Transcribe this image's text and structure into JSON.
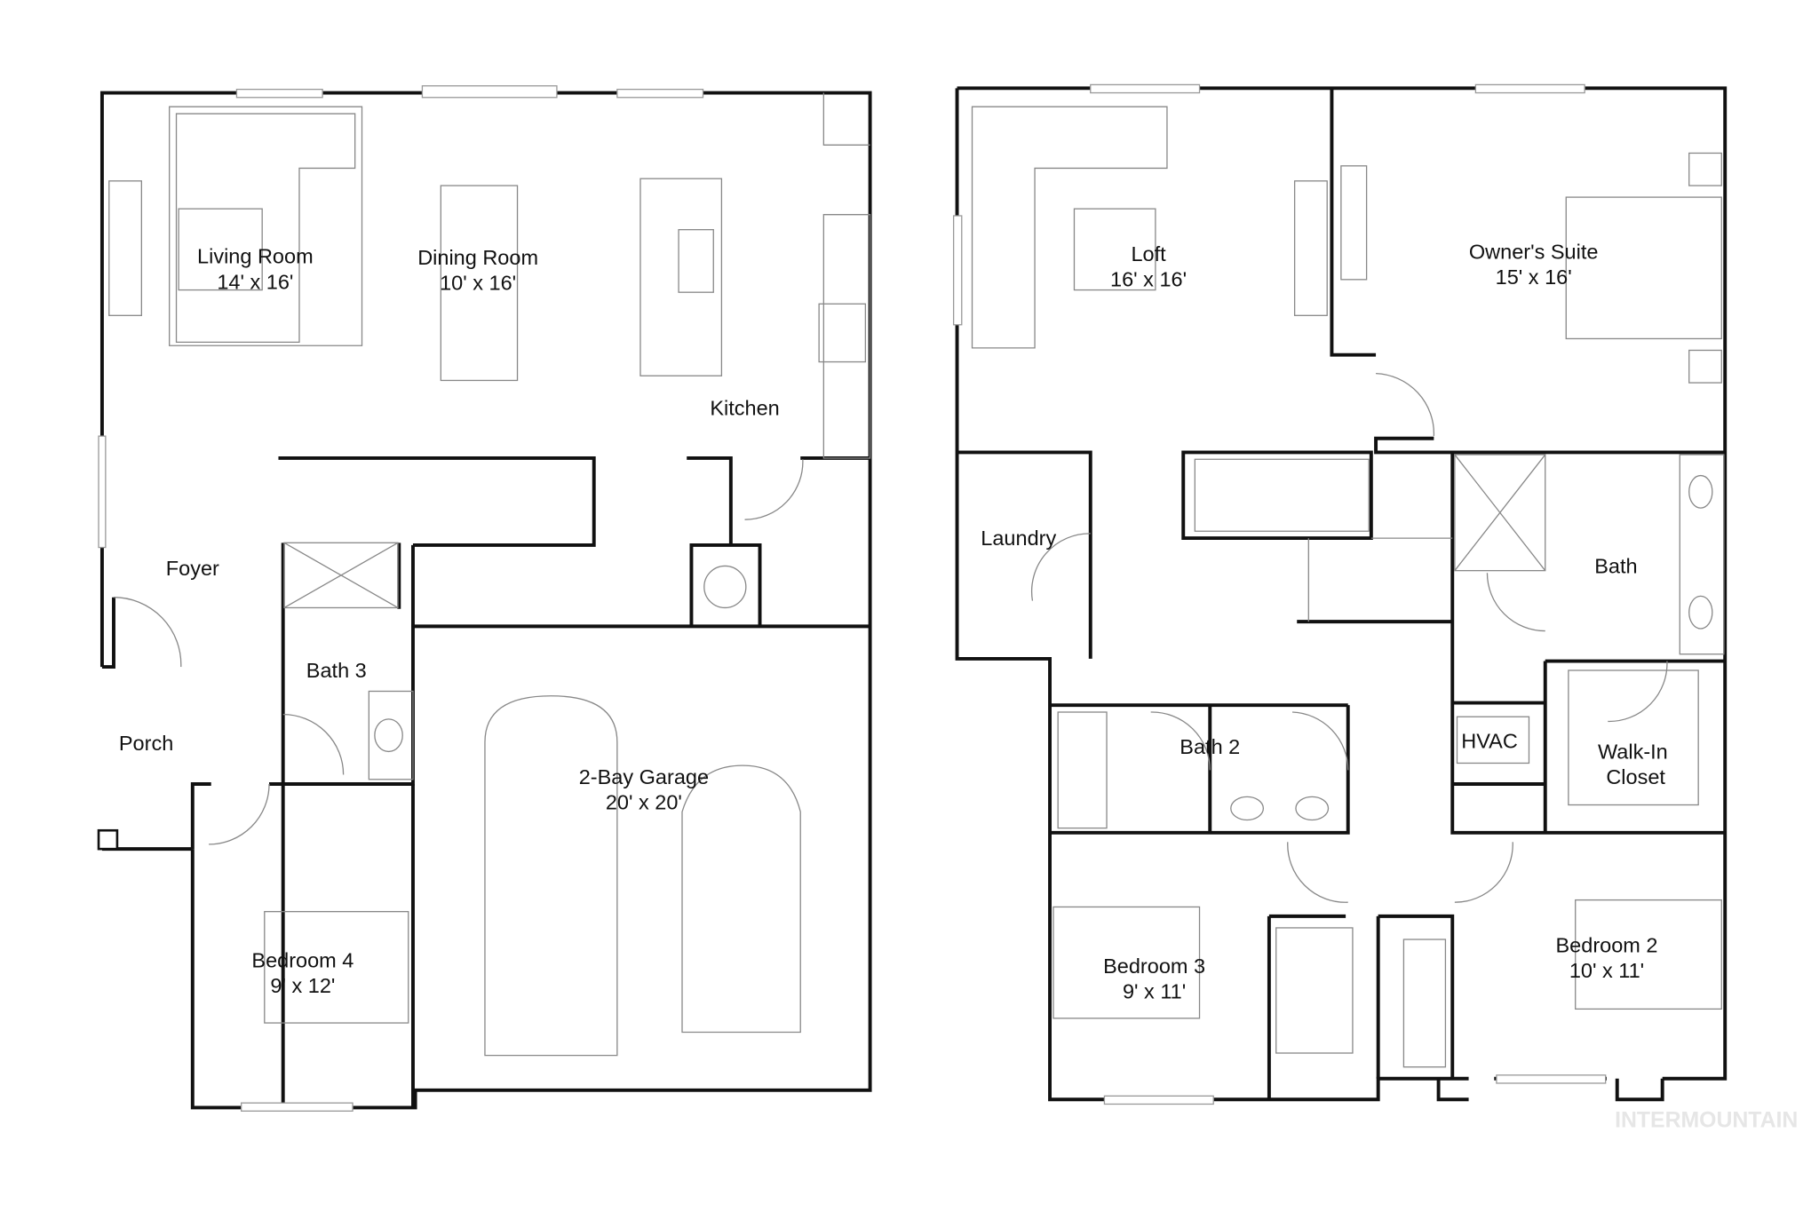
{
  "first_floor": {
    "rooms": [
      {
        "name": "Living Room",
        "size": "14' x 16'"
      },
      {
        "name": "Dining Room",
        "size": "10' x 16'"
      },
      {
        "name": "Kitchen",
        "size": ""
      },
      {
        "name": "Foyer",
        "size": ""
      },
      {
        "name": "Porch",
        "size": ""
      },
      {
        "name": "Bath 3",
        "size": ""
      },
      {
        "name": "2-Bay Garage",
        "size": "20' x 20'"
      },
      {
        "name": "Bedroom 4",
        "size": "9' x 12'"
      }
    ]
  },
  "second_floor": {
    "rooms": [
      {
        "name": "Loft",
        "size": "16' x 16'"
      },
      {
        "name": "Owner's Suite",
        "size": "15' x 16'"
      },
      {
        "name": "Laundry",
        "size": ""
      },
      {
        "name": "Bath",
        "size": ""
      },
      {
        "name": "Bath 2",
        "size": ""
      },
      {
        "name": "HVAC",
        "size": ""
      },
      {
        "name": "Walk-In Closet",
        "size": ""
      },
      {
        "name": "Bedroom 3",
        "size": "9' x 11'"
      },
      {
        "name": "Bedroom 2",
        "size": "10' x 11'"
      }
    ]
  },
  "watermark": "INTERMOUNTAIN",
  "colors": {
    "walls": "#111111",
    "fixtures": "#888888",
    "watermark": "#e6e6e6"
  }
}
